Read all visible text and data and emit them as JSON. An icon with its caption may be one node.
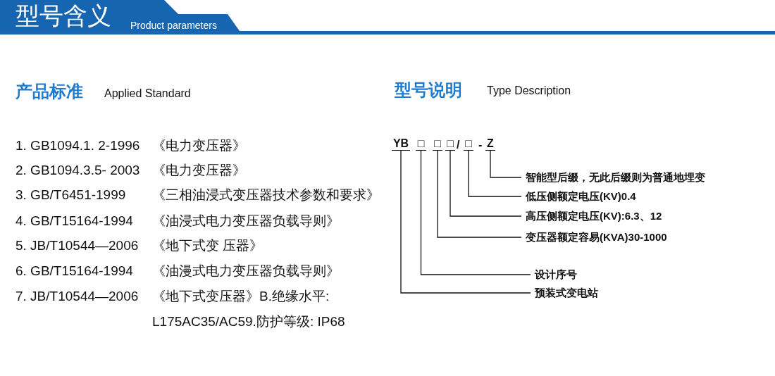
{
  "diagram": {
    "title": "型号含义",
    "nodes": [
      {
        "text": [
          "YB"
        ]
      },
      {
        "text": [
          "□"
        ]
      },
      {
        "text": [
          "□"
        ]
      },
      {
        "text": [
          "□"
        ]
      },
      {
        "text": [
          "□"
        ]
      },
      {
        "text": [
          "Z"
        ]
      },
      {
        "text": [
          "智能型后缀，无此后缀则为普通地埋变"
        ]
      },
      {
        "text": [
          "低压侧额定电压(KV)0.4"
        ]
      },
      {
        "text": [
          "高压侧额定电压(KV):6.3、12"
        ]
      },
      {
        "text": [
          "变压器额定容易(KVA)30-1000"
        ]
      },
      {
        "text": [
          "设计序号"
        ]
      },
      {
        "text": [
          "预装式变电站"
        ]
      }
    ],
    "edges": [
      {
        "from": 6,
        "to": 5,
        "arrow": "none"
      },
      {
        "from": 7,
        "to": 4,
        "arrow": "none"
      },
      {
        "from": 8,
        "to": 3,
        "arrow": "none"
      },
      {
        "from": 9,
        "to": 2,
        "arrow": "none"
      },
      {
        "from": 10,
        "to": 1,
        "arrow": "none"
      },
      {
        "from": 11,
        "to": 0,
        "arrow": "none"
      }
    ],
    "labels": [
      "Product parameters",
      "产品标准",
      "Applied Standard",
      "型号说明",
      "Type Description",
      "1. GB1094.1. 2-1996",
      "《电力变压器》",
      "2. GB1094.3.5- 2003",
      "《电力变压器》",
      "3. GB/T6451-1999",
      "《三相油浸式变压器技术参数和要求》",
      "4. GB/T15164-1994",
      "《油浸式电力变压器负载导则》",
      "5. JB/T10544—2006",
      "《地下式变 压器》",
      "6. GB/T15164-1994",
      "《油漫式电力变压器负载导则》",
      "7. JB/T10544—2006",
      "《地下式变压器》B.绝缘水平:",
      "L175AC35/AC59.防护等级: IP68",
      "/",
      "-"
    ]
  }
}
